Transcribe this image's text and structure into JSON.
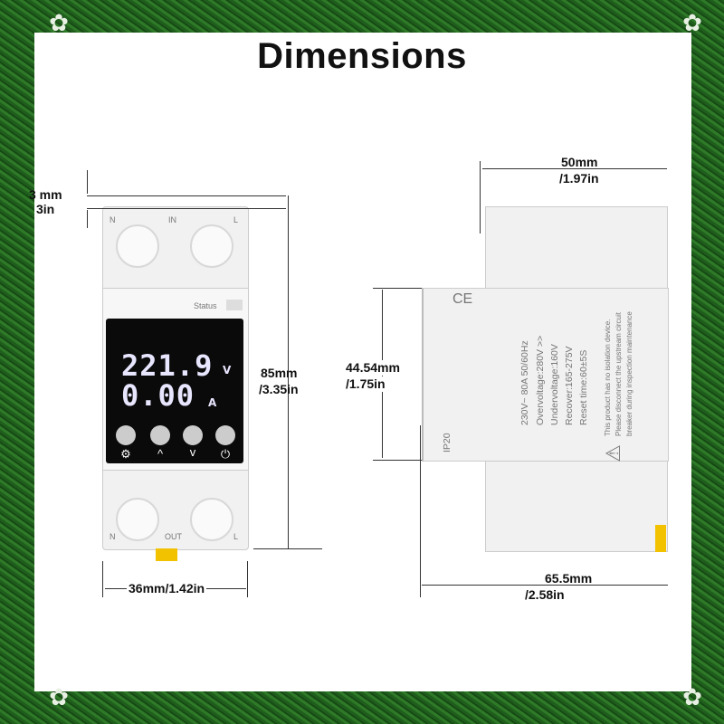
{
  "title": "Dimensions",
  "front": {
    "top_dim": {
      "mm": "3  mm",
      "in": "3in"
    },
    "height_dim": {
      "mm": "85mm",
      "in": "/3.35in"
    },
    "width_dim": "36mm/1.42in",
    "terminals_top": [
      "N",
      "IN",
      "L"
    ],
    "terminals_bottom": [
      "N",
      "OUT",
      "L"
    ],
    "status_label": "Status",
    "display": {
      "voltage": "221.9",
      "voltage_unit": "V",
      "current": "0.00",
      "current_unit": "A",
      "color": "#e8e6ff"
    },
    "buttons": [
      {
        "icon": "gear-icon",
        "glyph": "⚙"
      },
      {
        "icon": "chevron-up-icon",
        "glyph": "^"
      },
      {
        "icon": "chevron-down-icon",
        "glyph": "v"
      },
      {
        "icon": "power-icon",
        "glyph": "⏻"
      }
    ]
  },
  "side": {
    "depth_top_dim": {
      "mm": "50mm",
      "in": "/1.97in"
    },
    "height_dim": {
      "mm": "44.54mm",
      "in": "/1.75in"
    },
    "depth_dim": {
      "mm": "65.5mm",
      "in": "/2.58in"
    },
    "ce_mark": "CE",
    "ip_rating": "IP20",
    "spec_lines": [
      "230V~ 80A 50/60Hz",
      "Overvoltage:280V >>",
      "Undervoltage:160V",
      "Recover:165-275V",
      "Reset time:60±5S"
    ],
    "warning_lines": [
      "This product has no isolation device.",
      "Please disconnect the upstream circuit",
      "breaker during inspection maintenance"
    ]
  },
  "colors": {
    "border_grass": "#2a6b24",
    "background": "#ffffff",
    "display_bg": "#0a0a0a"
  }
}
